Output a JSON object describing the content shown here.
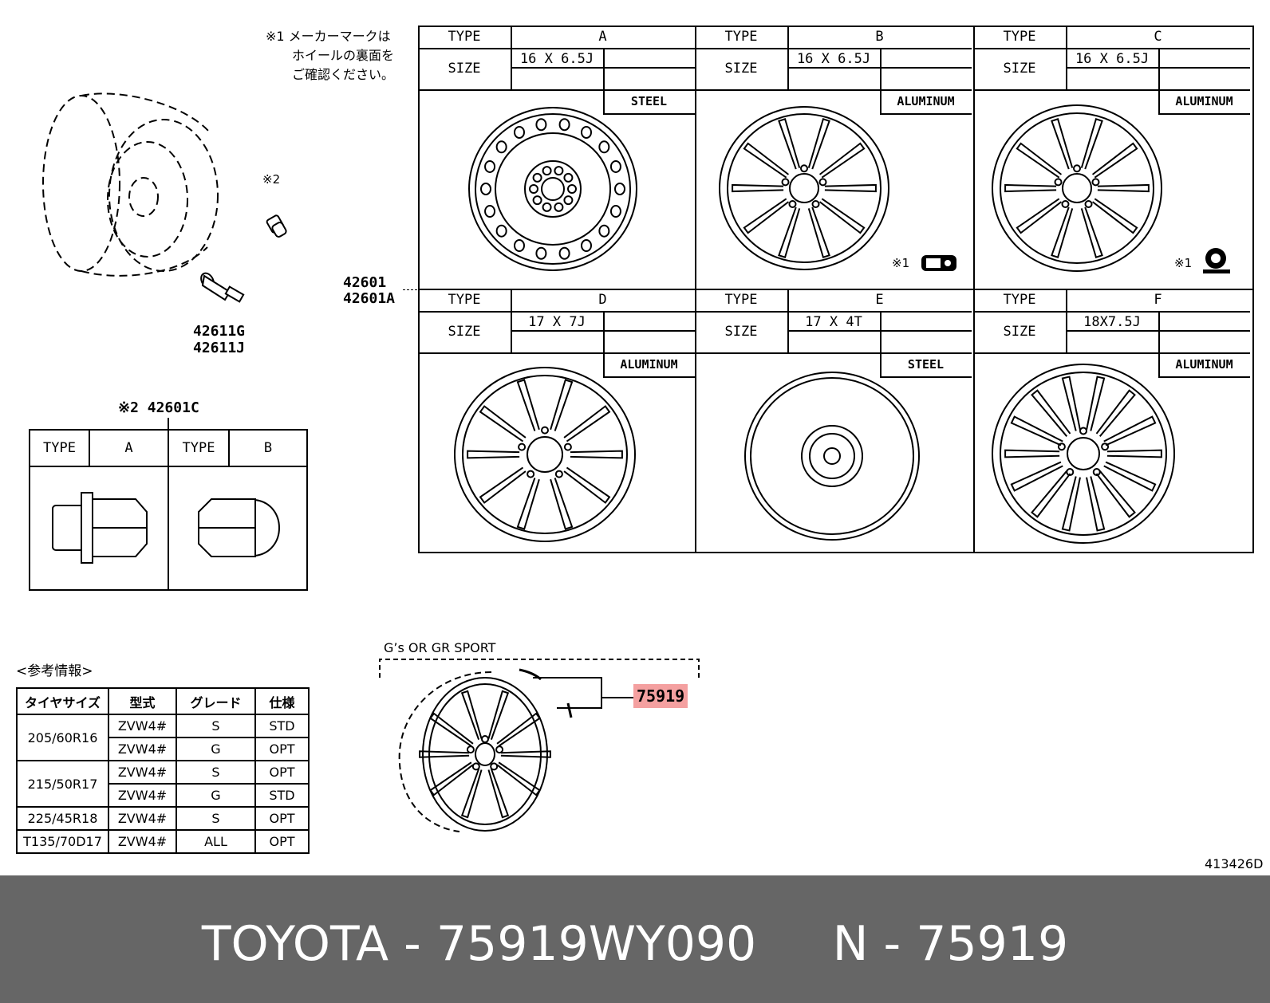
{
  "notes": {
    "note1": [
      "※1 メーカーマークは",
      "ホイールの裏面を",
      "ご確認ください。"
    ],
    "note2_marker": "※2",
    "rim_mark_note": "※1"
  },
  "part_numbers": {
    "wheel": [
      "42601",
      "42601A"
    ],
    "valve": [
      "42611G",
      "42611J"
    ],
    "nut": "※2 42601C",
    "ornament": "75919"
  },
  "wheel_table": [
    {
      "type_label": "TYPE",
      "size_label": "SIZE",
      "type": "A",
      "size": "16 X 6.5J",
      "material": "STEEL"
    },
    {
      "type_label": "TYPE",
      "size_label": "SIZE",
      "type": "B",
      "size": "16 X 6.5J",
      "material": "ALUMINUM"
    },
    {
      "type_label": "TYPE",
      "size_label": "SIZE",
      "type": "C",
      "size": "16 X 6.5J",
      "material": "ALUMINUM"
    },
    {
      "type_label": "TYPE",
      "size_label": "SIZE",
      "type": "D",
      "size": "17 X 7J",
      "material": "ALUMINUM"
    },
    {
      "type_label": "TYPE",
      "size_label": "SIZE",
      "type": "E",
      "size": "17 X 4T",
      "material": "STEEL"
    },
    {
      "type_label": "TYPE",
      "size_label": "SIZE",
      "type": "F",
      "size": "18X7.5J",
      "material": "ALUMINUM"
    }
  ],
  "nut_table": {
    "type_label": "TYPE",
    "types": [
      "A",
      "B"
    ]
  },
  "reference": {
    "title": "<参考情報>",
    "headers": [
      "タイヤサイズ",
      "型式",
      "グレード",
      "仕様"
    ],
    "groups": [
      {
        "tire": "205/60R16",
        "rows": [
          [
            "ZVW4#",
            "S",
            "STD"
          ],
          [
            "ZVW4#",
            "G",
            "OPT"
          ]
        ]
      },
      {
        "tire": "215/50R17",
        "rows": [
          [
            "ZVW4#",
            "S",
            "OPT"
          ],
          [
            "ZVW4#",
            "G",
            "STD"
          ]
        ]
      },
      {
        "tire": "225/45R18",
        "rows": [
          [
            "ZVW4#",
            "S",
            "OPT"
          ]
        ]
      },
      {
        "tire": "T135/70D17",
        "rows": [
          [
            "ZVW4#",
            "ALL",
            "OPT"
          ]
        ]
      }
    ]
  },
  "sport_label": "G’s OR GR SPORT",
  "drawing_id": "413426D",
  "footer": "TOYOTA - 75919WY090     N - 75919"
}
